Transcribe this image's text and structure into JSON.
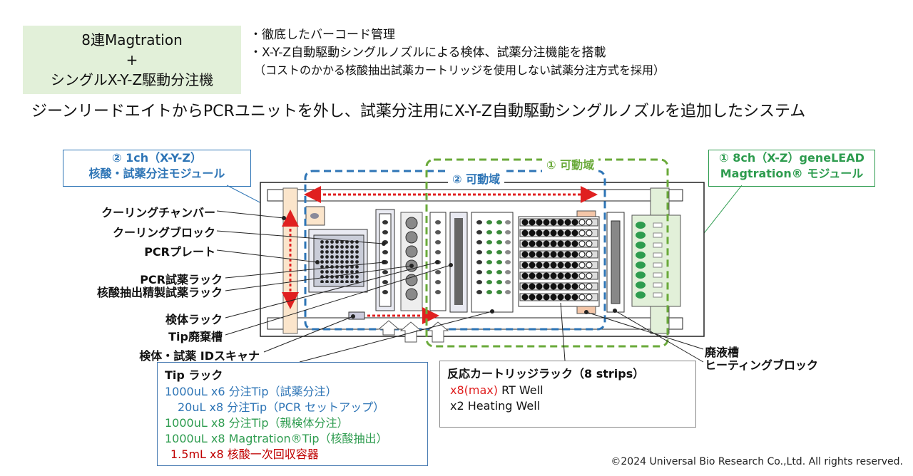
{
  "header": {
    "title_line1": "8連Magtration",
    "title_line2": "+",
    "title_line3": "シングルX-Y-Z駆動分注機",
    "features": [
      "・徹底したバーコード管理",
      "・X-Y-Z自動駆動シングルノズルによる検体、試薬分注機能を搭載",
      "（コストのかかる核酸抽出試薬カートリッジを使用しない試薬分注方式を採用）"
    ],
    "subtitle": "ジーンリードエイトからPCRユニットを外し、試薬分注用にX-Y-Z自動駆動シングルノズルを追加したシステム"
  },
  "modules": {
    "left_line1": "② 1ch（X-Y-Z）",
    "left_line2": "核酸・試薬分注モジュール",
    "right_line1": "① 8ch（X-Z）geneLEAD",
    "right_line2": "Magtration® モジュール"
  },
  "areas": {
    "blue": "② 可動域",
    "green": "① 可動域"
  },
  "labels_left": [
    "クーリングチャンバー",
    "クーリングブロック",
    "PCRプレート",
    "PCR試薬ラック",
    "核酸抽出精製試薬ラック",
    "検体ラック",
    "Tip廃棄槽",
    "検体・試薬 IDスキャナ"
  ],
  "labels_right": [
    "廃液槽",
    "ヒーティングブロック"
  ],
  "tip_rack": {
    "title": "Tip ラック",
    "rows": [
      {
        "text": "1000uL x6 分注Tip（試薬分注）",
        "color": "#2e75b6"
      },
      {
        "text": "20uL x8 分注Tip（PCR セットアップ）",
        "color": "#2e75b6"
      },
      {
        "text": "1000uL x8 分注Tip（親検体分注）",
        "color": "#2e9c4f"
      },
      {
        "text": "1000uL x8 Magtration®Tip（核酸抽出）",
        "color": "#2e9c4f"
      },
      {
        "text": "1.5mL x8 核酸一次回収容器",
        "color": "#c00000"
      }
    ]
  },
  "cartridge": {
    "title": "反応カートリッジラック（8 strips）",
    "row1_red": "x8(max)",
    "row1_rest": " RT Well",
    "row2": "x2  Heating Well"
  },
  "copyright": "©2024 Universal Bio Research Co.,Ltd. All rights reserved.",
  "colors": {
    "blue": "#2e75b6",
    "green": "#6aaa3a",
    "red": "#e02020",
    "title_bg": "#e2f0d9",
    "rail": "#fbe5cb"
  }
}
